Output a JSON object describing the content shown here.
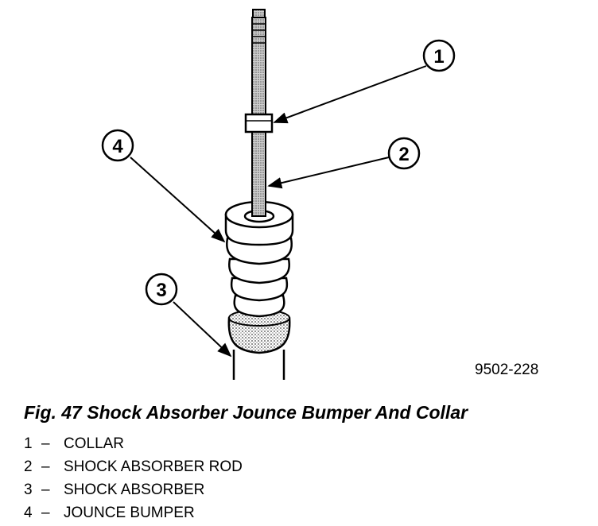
{
  "figure_id": "9502-228",
  "caption": "Fig. 47 Shock Absorber Jounce Bumper And Collar",
  "callouts": [
    "1",
    "2",
    "3",
    "4"
  ],
  "legend": [
    {
      "num": "1",
      "sep": "–",
      "label": "COLLAR"
    },
    {
      "num": "2",
      "sep": "–",
      "label": "SHOCK ABSORBER ROD"
    },
    {
      "num": "3",
      "sep": "–",
      "label": "SHOCK ABSORBER"
    },
    {
      "num": "4",
      "sep": "–",
      "label": "JOUNCE BUMPER"
    }
  ]
}
